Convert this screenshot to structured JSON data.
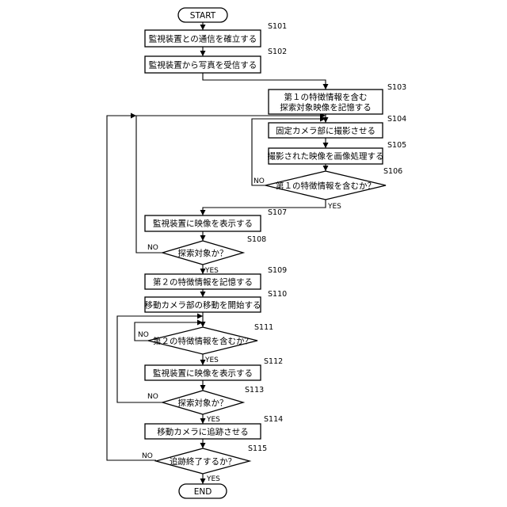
{
  "diagram": {
    "start": "START",
    "end": "END",
    "yes": "YES",
    "no": "NO",
    "steps": {
      "s101": {
        "id": "S101",
        "label": "監視装置との通信を確立する"
      },
      "s102": {
        "id": "S102",
        "label": "監視装置から写真を受信する"
      },
      "s103": {
        "id": "S103",
        "label_line1": "第１の特徴情報を含む",
        "label_line2": "探索対象映像を記憶する"
      },
      "s104": {
        "id": "S104",
        "label": "固定カメラ部に撮影させる"
      },
      "s105": {
        "id": "S105",
        "label": "撮影された映像を画像処理する"
      },
      "s106": {
        "id": "S106",
        "label": "第１の特徴情報を含むか？"
      },
      "s107": {
        "id": "S107",
        "label": "監視装置に映像を表示する"
      },
      "s108": {
        "id": "S108",
        "label": "探索対象か？"
      },
      "s109": {
        "id": "S109",
        "label": "第２の特徴情報を記憶する"
      },
      "s110": {
        "id": "S110",
        "label": "移動カメラ部の移動を開始する"
      },
      "s111": {
        "id": "S111",
        "label": "第２の特徴情報を含むか？"
      },
      "s112": {
        "id": "S112",
        "label": "監視装置に映像を表示する"
      },
      "s113": {
        "id": "S113",
        "label": "探索対象か？"
      },
      "s114": {
        "id": "S114",
        "label": "移動カメラに追跡させる"
      },
      "s115": {
        "id": "S115",
        "label": "追跡終了するか？"
      }
    }
  }
}
